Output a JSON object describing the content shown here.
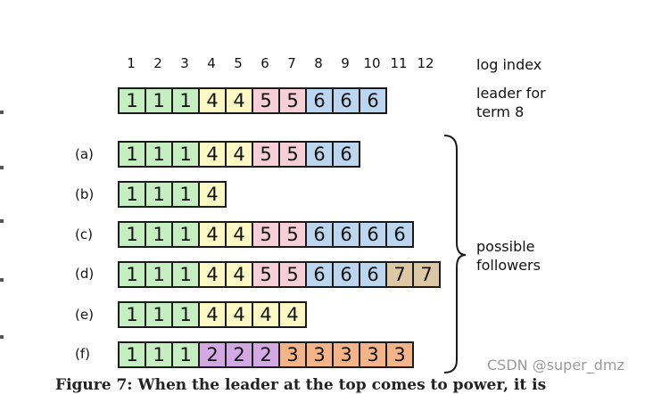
{
  "indices": [
    "1",
    "2",
    "3",
    "4",
    "5",
    "6",
    "7",
    "8",
    "9",
    "10",
    "11",
    "12"
  ],
  "index_header": "log index",
  "leader_label": [
    "leader for",
    "term 8"
  ],
  "followers_label": [
    "possible",
    "followers"
  ],
  "watermark": "CSDN @super_dmz",
  "caption_fragment": "Figure 7: When the leader at the top comes to power, it is",
  "term_colors": {
    "1": "#c5efc0",
    "2": "#d2a9e2",
    "3": "#f4b489",
    "4": "#fcf8c4",
    "5": "#f6cfd7",
    "6": "#bcd6ef",
    "7": "#ddc8a6"
  },
  "rows": [
    {
      "label": "",
      "entries": [
        "1",
        "1",
        "1",
        "4",
        "4",
        "5",
        "5",
        "6",
        "6",
        "6"
      ]
    },
    {
      "label": "(a)",
      "entries": [
        "1",
        "1",
        "1",
        "4",
        "4",
        "5",
        "5",
        "6",
        "6"
      ]
    },
    {
      "label": "(b)",
      "entries": [
        "1",
        "1",
        "1",
        "4"
      ]
    },
    {
      "label": "(c)",
      "entries": [
        "1",
        "1",
        "1",
        "4",
        "4",
        "5",
        "5",
        "6",
        "6",
        "6",
        "6"
      ]
    },
    {
      "label": "(d)",
      "entries": [
        "1",
        "1",
        "1",
        "4",
        "4",
        "5",
        "5",
        "6",
        "6",
        "6",
        "7",
        "7"
      ]
    },
    {
      "label": "(e)",
      "entries": [
        "1",
        "1",
        "1",
        "4",
        "4",
        "4",
        "4"
      ]
    },
    {
      "label": "(f)",
      "entries": [
        "1",
        "1",
        "1",
        "2",
        "2",
        "2",
        "3",
        "3",
        "3",
        "3",
        "3"
      ]
    }
  ]
}
